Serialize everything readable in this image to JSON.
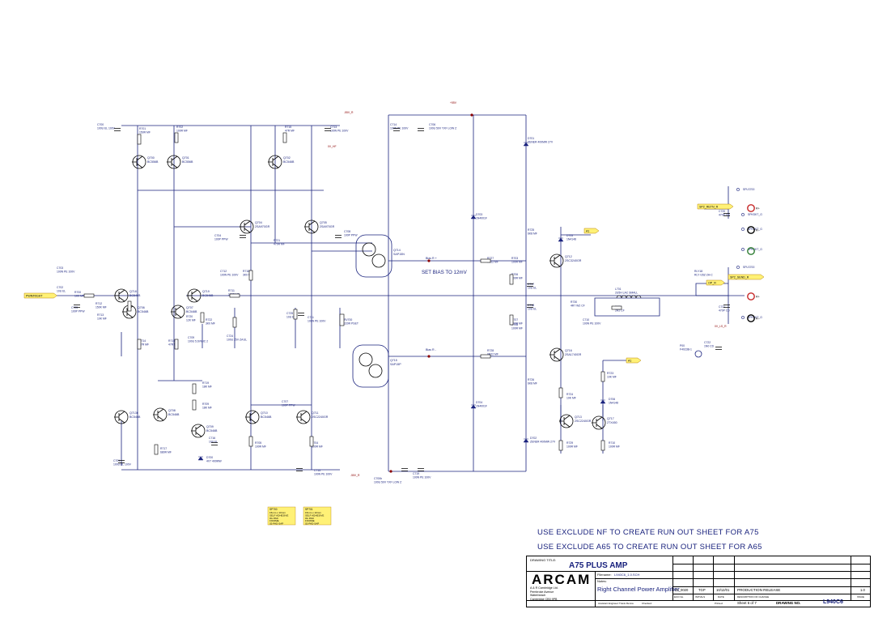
{
  "notes": {
    "line1": "USE EXCLUDE NF TO CREATE RUN OUT SHEET FOR A75",
    "line2": "USE EXCLUDE A65 TO CREATE RUN OUT SHEET FOR A65"
  },
  "title_block": {
    "drawing_title_label": "DRAWING TITLE:",
    "drawing_title": "A75 PLUS AMP",
    "logo": "ARCAM",
    "filename_label": "Filename:",
    "filename": "L940C6_1.0.SCH",
    "notes_label": "Notes:",
    "sheet_title": "Right Channel Power Amplifier",
    "company": [
      "A & R Cambridge Ltd.",
      "Pembroke Avenue",
      "Waterbeach",
      "Cambridge CB5 9PB"
    ],
    "issue_cells": [
      "01_0020",
      "TGP",
      "10/12/01",
      "PRODUCTION RELEASE",
      "1.0"
    ],
    "header_cells": [
      "ECO No.",
      "INITIALS",
      "DATE",
      "DESCRIPTION OF CHANGE",
      "ISSUE"
    ],
    "bottom_row": [
      "Assistant Engineer:",
      "Travis Renna",
      "Checked:",
      "Printed:",
      "Sheet",
      "6",
      "of",
      "7",
      "DRAWING NO.",
      "L940C6"
    ]
  },
  "net_labels": [
    "PWR/RIGHT",
    "SP2_RETN_R",
    "SP2_SEND_R",
    "OP_R",
    "A1",
    "A1"
  ],
  "annotations": [
    "SET BIAS TO 12mV",
    "Bias R +",
    "Bias R -"
  ],
  "rails": [
    "-55V_R",
    "+55V",
    "-55V_R",
    "0V_HF",
    "0V_LS_R"
  ],
  "transistors": [
    {
      "ref": "Q700",
      "part": "BC556B"
    },
    {
      "ref": "Q701",
      "part": "BC556B"
    },
    {
      "ref": "Q702",
      "part": "BC546B"
    },
    {
      "ref": "Q704",
      "part": "2SA970GR"
    },
    {
      "ref": "Q705",
      "part": "2SA970GR"
    },
    {
      "ref": "Q706",
      "part": "BC546B"
    },
    {
      "ref": "Q707",
      "part": "BC546B"
    },
    {
      "ref": "Q708",
      "part": "BC546B"
    },
    {
      "ref": "Q709",
      "part": "BC546B"
    },
    {
      "ref": "Q710",
      "part": "BC546B"
    },
    {
      "ref": "Q711",
      "part": "2SC2240GR"
    },
    {
      "ref": "Q712",
      "part": "2SC3240GR"
    },
    {
      "ref": "Q713",
      "part": "2SC2240GR"
    },
    {
      "ref": "Q714",
      "part": "SAP15N"
    },
    {
      "ref": "Q715",
      "part": "SAP15P"
    },
    {
      "ref": "Q716",
      "part": "2SA1740GR"
    },
    {
      "ref": "Q717",
      "part": "2TX450"
    },
    {
      "ref": "Q718",
      "part": "BC546B"
    },
    {
      "ref": "Q719",
      "part": "BC546B"
    },
    {
      "ref": "Q713b",
      "part": "BC546B"
    }
  ],
  "components": [
    {
      "ref": "C700",
      "val": "100U EL 100V"
    },
    {
      "ref": "R701",
      "val": "150R MF"
    },
    {
      "ref": "R702",
      "val": "100R MF"
    },
    {
      "ref": "R715",
      "val": "47R MF"
    },
    {
      "ref": "C713",
      "val": "100N PE 100V"
    },
    {
      "ref": "C714",
      "val": "100N PE 100V"
    },
    {
      "ref": "C706",
      "val": "100U 50V YXF LOW Z"
    },
    {
      "ref": "D701",
      "val": "ZENER 400MW 27V"
    },
    {
      "ref": "D703",
      "val": "1N4001F"
    },
    {
      "ref": "D704",
      "val": "1N4001F"
    },
    {
      "ref": "R725",
      "val": "6K8 MF"
    },
    {
      "ref": "D705",
      "val": "1N4148"
    },
    {
      "ref": "C703",
      "val": "100N PE 100V"
    },
    {
      "ref": "C702",
      "val": "10U EL"
    },
    {
      "ref": "R700",
      "val": "1K0 MF"
    },
    {
      "ref": "R712",
      "val": "150K MF"
    },
    {
      "ref": "C705",
      "val": "100P PPW"
    },
    {
      "ref": "R713",
      "val": "10K MF"
    },
    {
      "ref": "R714",
      "val": "47R MF"
    },
    {
      "ref": "R716",
      "val": "47R MF"
    },
    {
      "ref": "R720",
      "val": "12K MF"
    },
    {
      "ref": "R718",
      "val": "3K0 MF"
    },
    {
      "ref": "R722",
      "val": "3K0 MF"
    },
    {
      "ref": "C712",
      "val": "100N PE 100V"
    },
    {
      "ref": "C704",
      "val": "100P PPW"
    },
    {
      "ref": "R721",
      "val": "470R MF"
    },
    {
      "ref": "C708",
      "val": "100P PPW"
    },
    {
      "ref": "C709",
      "val": "100U 5.6VMIC 2"
    },
    {
      "ref": "C724",
      "val": "100U 25V ZA EL"
    },
    {
      "ref": "R711",
      "val": "100R MF"
    },
    {
      "ref": "C725",
      "val": "10U EL"
    },
    {
      "ref": "C711",
      "val": "100N PE 100V"
    },
    {
      "ref": "RV700",
      "val": "220R PSET"
    },
    {
      "ref": "R727",
      "val": "0R22 MF"
    },
    {
      "ref": "R728",
      "val": "0R22 MF"
    },
    {
      "ref": "R706",
      "val": "100R MF"
    },
    {
      "ref": "R703",
      "val": "100R MF"
    },
    {
      "ref": "C717",
      "val": "10U EL"
    },
    {
      "ref": "C718",
      "val": "10U EL"
    },
    {
      "ref": "R707",
      "val": "100R MF"
    },
    {
      "ref": "R708",
      "val": "100R MF"
    },
    {
      "ref": "R726",
      "val": "6K8 MF"
    },
    {
      "ref": "R730",
      "val": "4R7 W2 CF"
    },
    {
      "ref": "C710",
      "val": "100N PE 100V"
    },
    {
      "ref": "L701",
      "val": "2U5H LAC SMALL"
    },
    {
      "ref": "R731",
      "val": "2R2 CF"
    },
    {
      "ref": "RLY18",
      "val": "RLY G5Z-2A-C"
    },
    {
      "ref": "C720",
      "val": "470P CD"
    },
    {
      "ref": "C721",
      "val": "470P CD"
    },
    {
      "ref": "C722",
      "val": "1N0 CD"
    },
    {
      "ref": "R723",
      "val": "10K MF"
    },
    {
      "ref": "D706",
      "val": "1N4148"
    },
    {
      "ref": "R724",
      "val": "10K MF"
    },
    {
      "ref": "R729",
      "val": "100R MF"
    },
    {
      "ref": "R710",
      "val": "100R MF"
    },
    {
      "ref": "D702",
      "val": "ZENER 400MW 27V"
    },
    {
      "ref": "R719",
      "val": "18K MF"
    },
    {
      "ref": "R709",
      "val": "18K MF"
    },
    {
      "ref": "R717",
      "val": "680R MF"
    },
    {
      "ref": "C716",
      "val": "10U EL"
    },
    {
      "ref": "D700",
      "val": "4V7 400MW"
    },
    {
      "ref": "C701",
      "val": "100U EL 100V"
    },
    {
      "ref": "R705",
      "val": "100R MF"
    },
    {
      "ref": "R704",
      "val": "100R MF"
    },
    {
      "ref": "C707",
      "val": "100P PPW"
    },
    {
      "ref": "C715",
      "val": "100N PE 100V"
    },
    {
      "ref": "C719",
      "val": "100N PE 100V"
    },
    {
      "ref": "C700b",
      "val": "100U 50V YXF LOW Z"
    },
    {
      "ref": "P00",
      "val": "F4023B-1"
    }
  ],
  "connectors": [
    {
      "ref": "SPLS700",
      "label": "SPLS700"
    },
    {
      "ref": "SK700B",
      "label": "SPKSKT_G"
    },
    {
      "ref": "SK700C",
      "label": "SPKSKT_G"
    },
    {
      "ref": "SPLS700b",
      "label": "SPLS700"
    },
    {
      "ref": "SK700A",
      "label": "SPKSKT_G"
    },
    {
      "ref": "SK700D",
      "label": "SPKSKT_G"
    }
  ],
  "speaker_terminals": [
    "R+",
    "R-",
    "R+",
    "R-"
  ],
  "pads": [
    {
      "ref": "SP700",
      "lines": [
        "15mm x 10mm",
        "SELF ADHESIVE",
        "0G PAD",
        "F/DOME",
        "02-PAD-SAP"
      ]
    },
    {
      "ref": "SP701",
      "lines": [
        "15mm x 10mm",
        "SELF ADHESIVE",
        "0G PAD",
        "F/DOME",
        "02-PAD-SAP"
      ]
    }
  ],
  "colors": {
    "wire": "#1a237e",
    "label_fill": "#fff176",
    "component_text": "#1a237e",
    "dot": "#8b0000"
  }
}
